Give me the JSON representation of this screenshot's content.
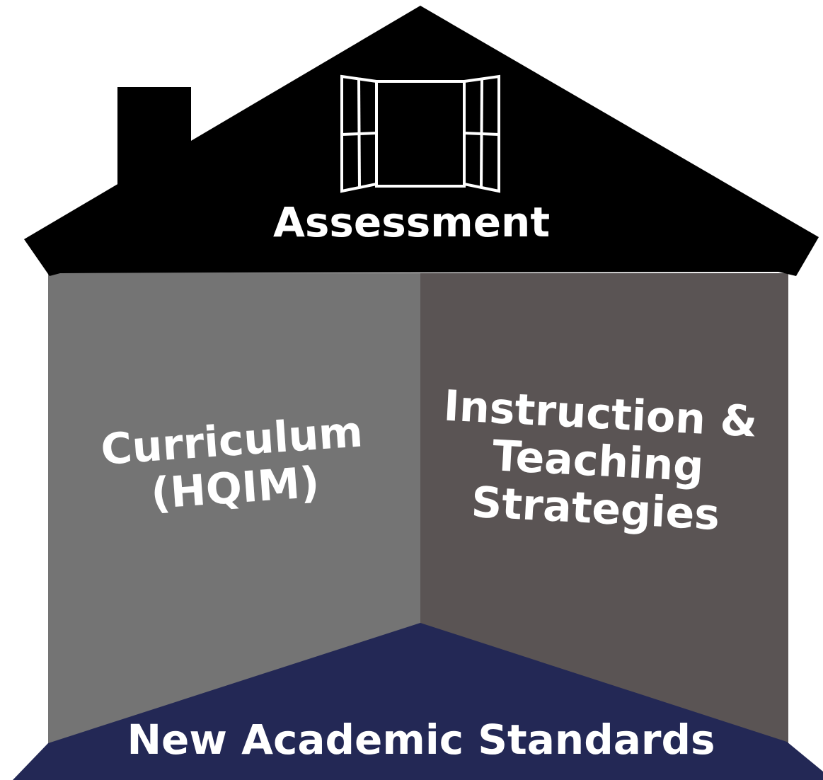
{
  "diagram": {
    "roof": {
      "label": "Assessment",
      "color": "#000000",
      "window_icon": "open-window-icon"
    },
    "left_wall": {
      "line1": "Curriculum",
      "line2": "(HQIM)",
      "color": "#747474"
    },
    "right_wall": {
      "line1": "Instruction &",
      "line2": "Teaching",
      "line3": "Strategies",
      "color": "#5a5454"
    },
    "foundation": {
      "label": "New Academic Standards",
      "color": "#232855"
    },
    "text_color": "#ffffff",
    "window_color": "#ffffff"
  }
}
